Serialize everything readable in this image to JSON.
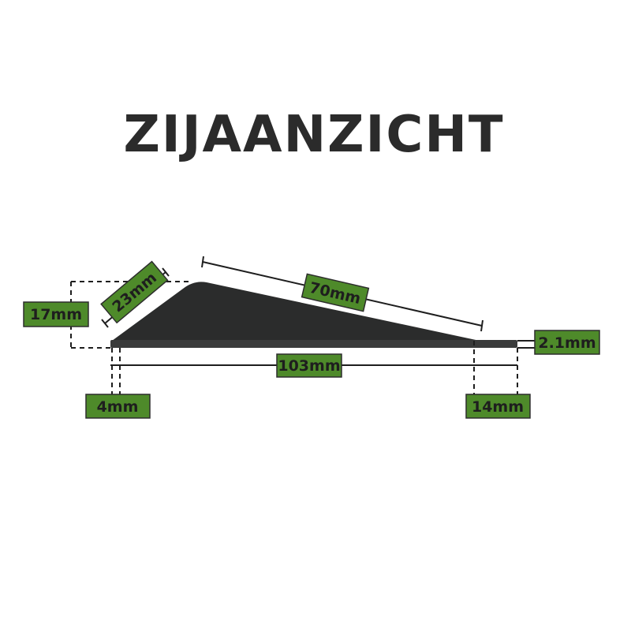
{
  "title": "ZIJAANZICHT",
  "colors": {
    "label_fill": "#4e8a2a",
    "label_border": "#2d2d2d",
    "text": "#1e1e1e",
    "part_dark": "#2b2c2c",
    "part_base": "#3a3b3b"
  },
  "dimensions": {
    "height": "17mm",
    "slope_short": "23mm",
    "slope_long": "70mm",
    "total_length": "103mm",
    "base_thickness": "2.1mm",
    "left_edge": "4mm",
    "right_edge": "14mm"
  }
}
